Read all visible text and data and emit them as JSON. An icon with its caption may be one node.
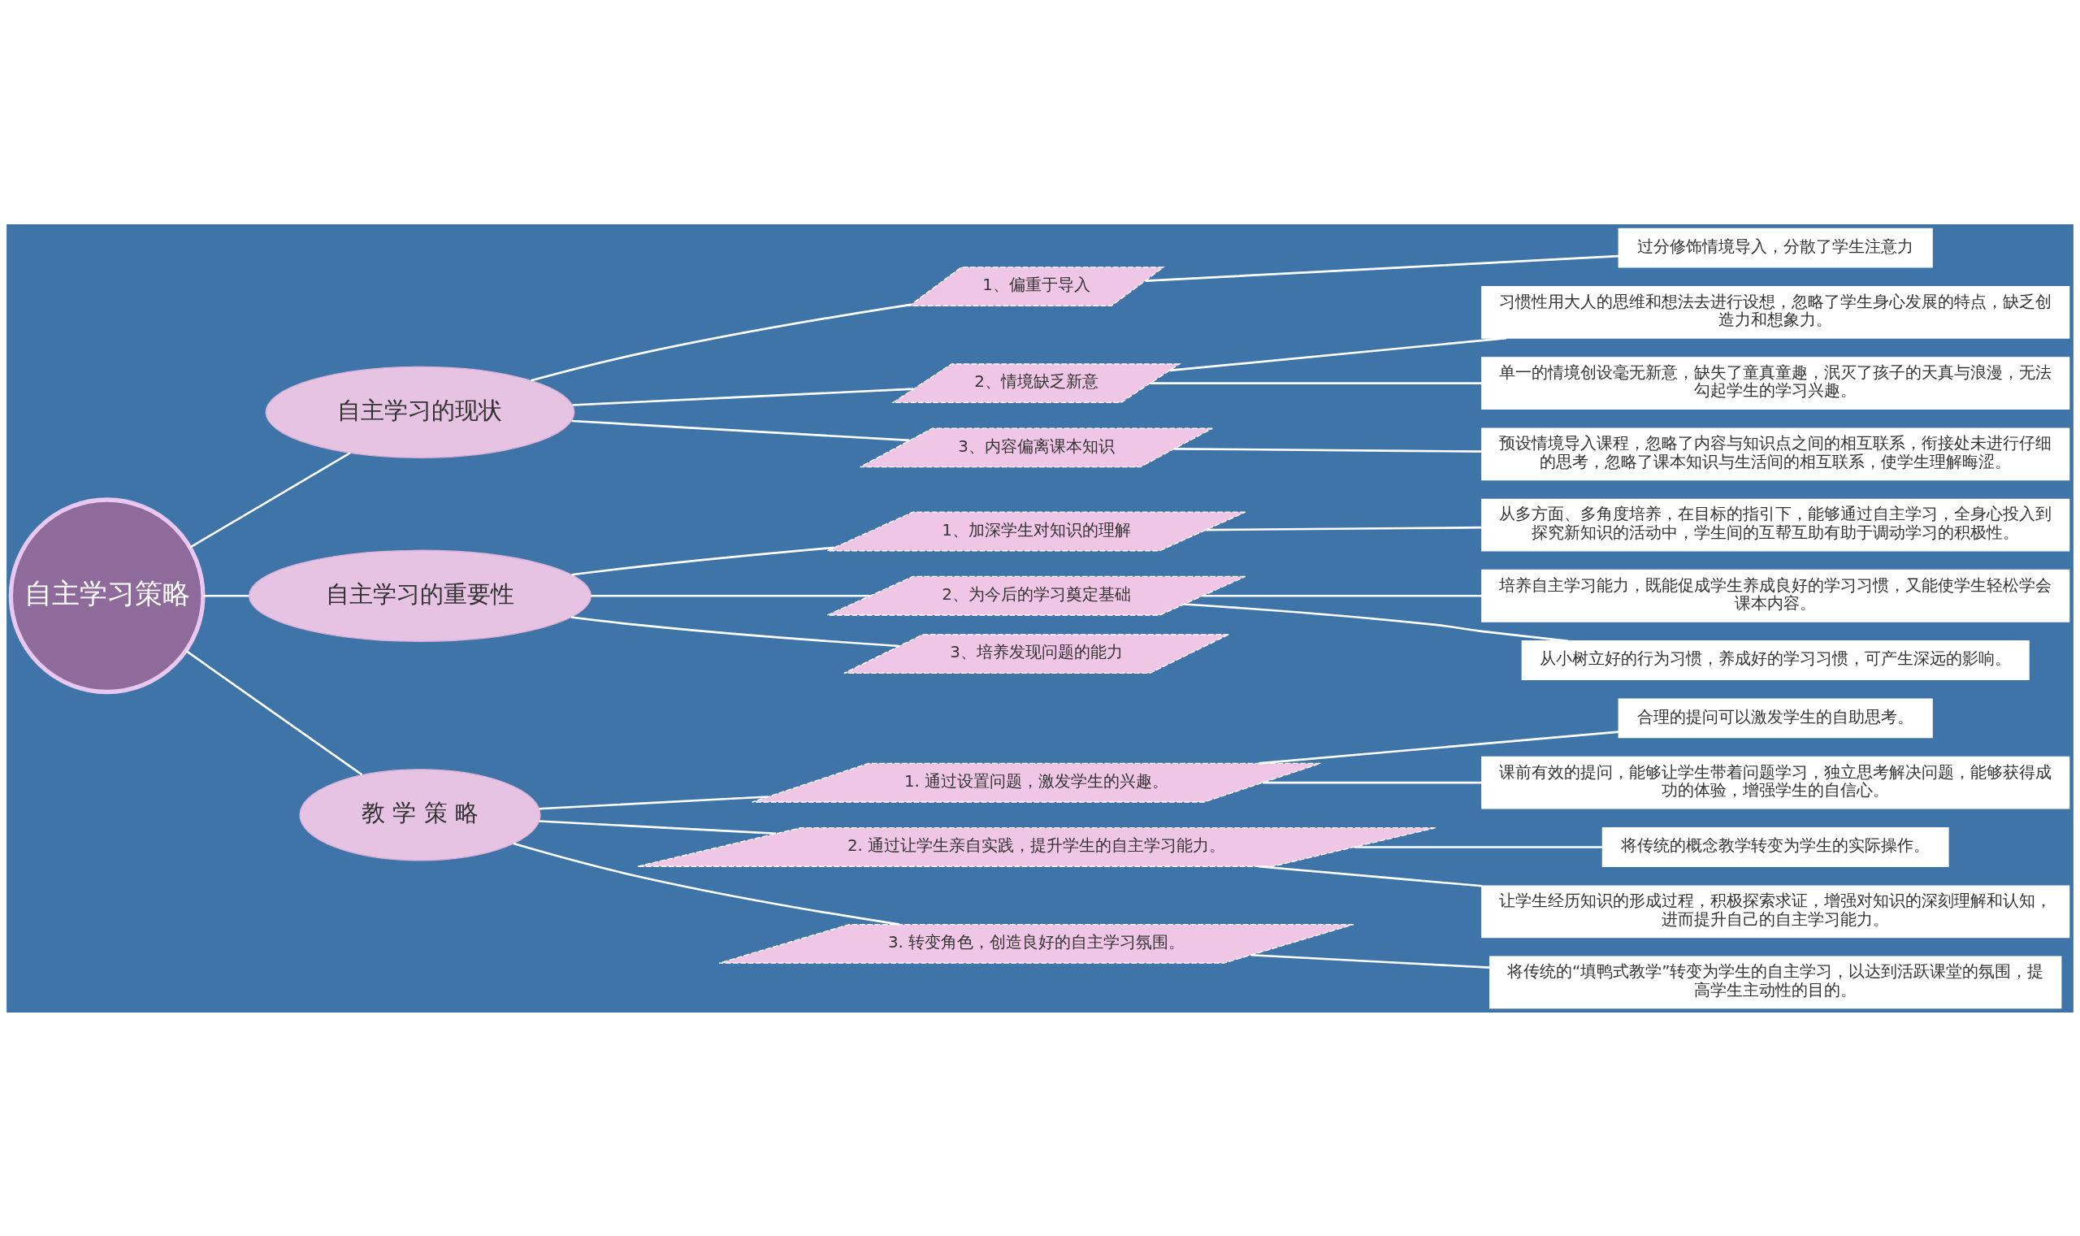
{
  "diagram": {
    "nodes": [
      {
        "text": [
          "自主学习策略"
        ]
      },
      {
        "text": [
          "自主学习的现状"
        ]
      },
      {
        "text": [
          "1、偏重于导入"
        ]
      },
      {
        "text": [
          "过分修饰情境导入，分散了学生注意力"
        ]
      },
      {
        "text": [
          "2、情境缺乏新意"
        ]
      },
      {
        "text": [
          "习惯性用大人的思维和想法去进行设想，忽略了学生身心发展的特点，缺乏创造力和想象力。"
        ]
      },
      {
        "text": [
          "单一的情境创设毫无新意，缺失了童真童趣，泯灭了孩子的天真与浪漫，无法勾起学生的学习兴趣。"
        ]
      },
      {
        "text": [
          "3、内容偏离课本知识"
        ]
      },
      {
        "text": [
          "预设情境导入课程，忽略了内容与知识点之间的相互联系，衔接处未进行仔细的思考，忽略了课本知识与生活间的相互联系，使学生理解晦涩。"
        ]
      },
      {
        "text": [
          "自主学习的重要性"
        ]
      },
      {
        "text": [
          "1、加深学生对知识的理解"
        ]
      },
      {
        "text": [
          "从多方面、多角度培养，在目标的指引下，能够通过自主学习，全身心投入到探究新知识的活动中，学生间的互帮互助有助于调动学习的积极性。"
        ]
      },
      {
        "text": [
          "2、为今后的学习奠定基础"
        ]
      },
      {
        "text": [
          "培养自主学习能力，既能促成学生养成良好的学习习惯，又能使学生轻松学会课本内容。"
        ]
      },
      {
        "text": [
          "从小树立好的行为习惯，养成好的学习习惯，可产生深远的影响。"
        ]
      },
      {
        "text": [
          "3、培养发现问题的能力"
        ]
      },
      {
        "text": [
          "教 学 策 略"
        ]
      },
      {
        "text": [
          "1. 通过设置问题，激发学生的兴趣。"
        ]
      },
      {
        "text": [
          "合理的提问可以激发学生的自助思考。"
        ]
      },
      {
        "text": [
          "课前有效的提问，能够让学生带着问题学习，独立思考解决问题，能够获得成功的体验，增强学生的自信心。"
        ]
      },
      {
        "text": [
          "2. 通过让学生亲自实践，提升学生的自主学习能力。"
        ]
      },
      {
        "text": [
          "将传统的概念教学转变为学生的实际操作。"
        ]
      },
      {
        "text": [
          "让学生经历知识的形成过程，积极探索求证，增强对知识的深刻理解和认知，进而提升自己的自主学习能力。"
        ]
      },
      {
        "text": [
          "3. 转变角色，创造良好的自主学习氛围。"
        ]
      },
      {
        "text": [
          "将传统的“填鸭式教学”转变为学生的自主学习，以达到活跃课堂的氛围，提高学生主动性的目的。"
        ]
      }
    ],
    "edges": [
      {
        "from": 0,
        "to": 1,
        "arrow": "none"
      },
      {
        "from": 1,
        "to": 2,
        "arrow": "none"
      },
      {
        "from": 2,
        "to": 3,
        "arrow": "none"
      },
      {
        "from": 1,
        "to": 4,
        "arrow": "none"
      },
      {
        "from": 4,
        "to": 5,
        "arrow": "none"
      },
      {
        "from": 4,
        "to": 6,
        "arrow": "none"
      },
      {
        "from": 1,
        "to": 7,
        "arrow": "none"
      },
      {
        "from": 7,
        "to": 8,
        "arrow": "none"
      },
      {
        "from": 0,
        "to": 9,
        "arrow": "none"
      },
      {
        "from": 9,
        "to": 10,
        "arrow": "none"
      },
      {
        "from": 10,
        "to": 11,
        "arrow": "none"
      },
      {
        "from": 9,
        "to": 12,
        "arrow": "none"
      },
      {
        "from": 12,
        "to": 13,
        "arrow": "none"
      },
      {
        "from": 12,
        "to": 14,
        "arrow": "none"
      },
      {
        "from": 9,
        "to": 15,
        "arrow": "none"
      },
      {
        "from": 0,
        "to": 16,
        "arrow": "none"
      },
      {
        "from": 16,
        "to": 17,
        "arrow": "none"
      },
      {
        "from": 17,
        "to": 18,
        "arrow": "none"
      },
      {
        "from": 17,
        "to": 19,
        "arrow": "none"
      },
      {
        "from": 16,
        "to": 20,
        "arrow": "none"
      },
      {
        "from": 20,
        "to": 21,
        "arrow": "none"
      },
      {
        "from": 20,
        "to": 22,
        "arrow": "none"
      },
      {
        "from": 16,
        "to": 23,
        "arrow": "none"
      },
      {
        "from": 23,
        "to": 24,
        "arrow": "none"
      }
    ]
  }
}
